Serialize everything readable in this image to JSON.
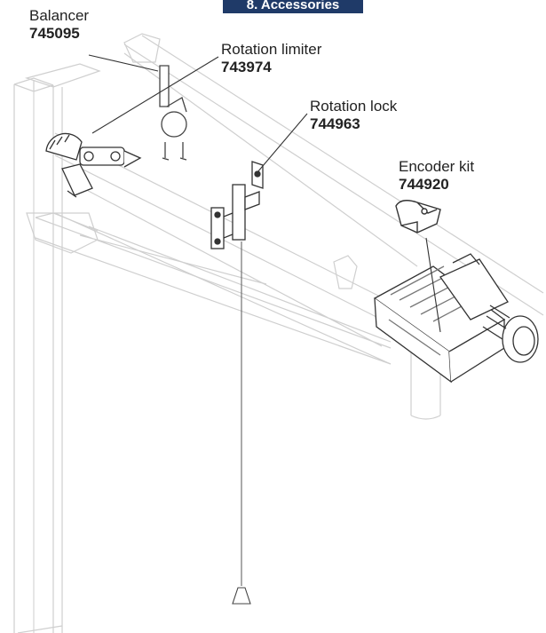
{
  "header": {
    "section_label": "8. Accessories"
  },
  "callouts": [
    {
      "name": "Balancer",
      "code": "745095"
    },
    {
      "name": "Rotation limiter",
      "code": "743974"
    },
    {
      "name": "Rotation lock",
      "code": "744963"
    },
    {
      "name": "Encoder kit",
      "code": "744920"
    }
  ],
  "colors": {
    "header_bg": "#1f3a68",
    "text": "#222222",
    "faint_line": "#cfcfcf",
    "dark_line": "#333333"
  }
}
